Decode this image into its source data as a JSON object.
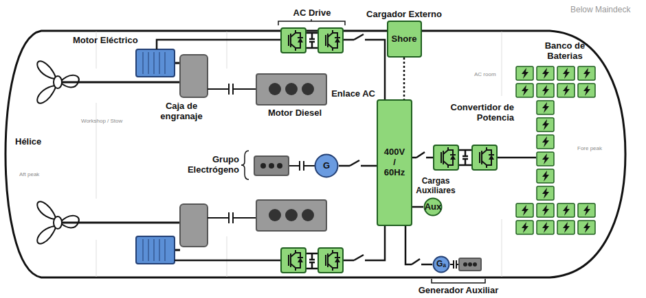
{
  "diagram": {
    "nodes": [
      {
        "text": [
          "Cargador Externo",
          "Shore"
        ]
      },
      {
        "text": [
          "Enlace AC",
          "400V / 60Hz"
        ]
      },
      {
        "text": [
          "G"
        ]
      },
      {
        "text": [
          "Cargas Auxiliares",
          "Aux"
        ]
      },
      {
        "text": [
          "Gₐ"
        ]
      }
    ],
    "edges": [
      {
        "from": 0,
        "to": 1,
        "arrow": "none"
      },
      {
        "from": 2,
        "to": 1,
        "arrow": "none"
      },
      {
        "from": 1,
        "to": 3,
        "arrow": "none"
      },
      {
        "from": 1,
        "to": 4,
        "arrow": "none"
      }
    ],
    "labels": [
      "AC Drive",
      "Below Maindeck",
      "Motor Eléctrico",
      "Banco de Baterias",
      "Hélice",
      "Caja de engranaje",
      "Motor Diesel",
      "Convertidor de Potencia",
      "Grupo Electrógeno",
      "Generador Auxiliar",
      "Aft peak",
      "Workshop / Stow",
      "AC room",
      "Fore peak"
    ]
  }
}
